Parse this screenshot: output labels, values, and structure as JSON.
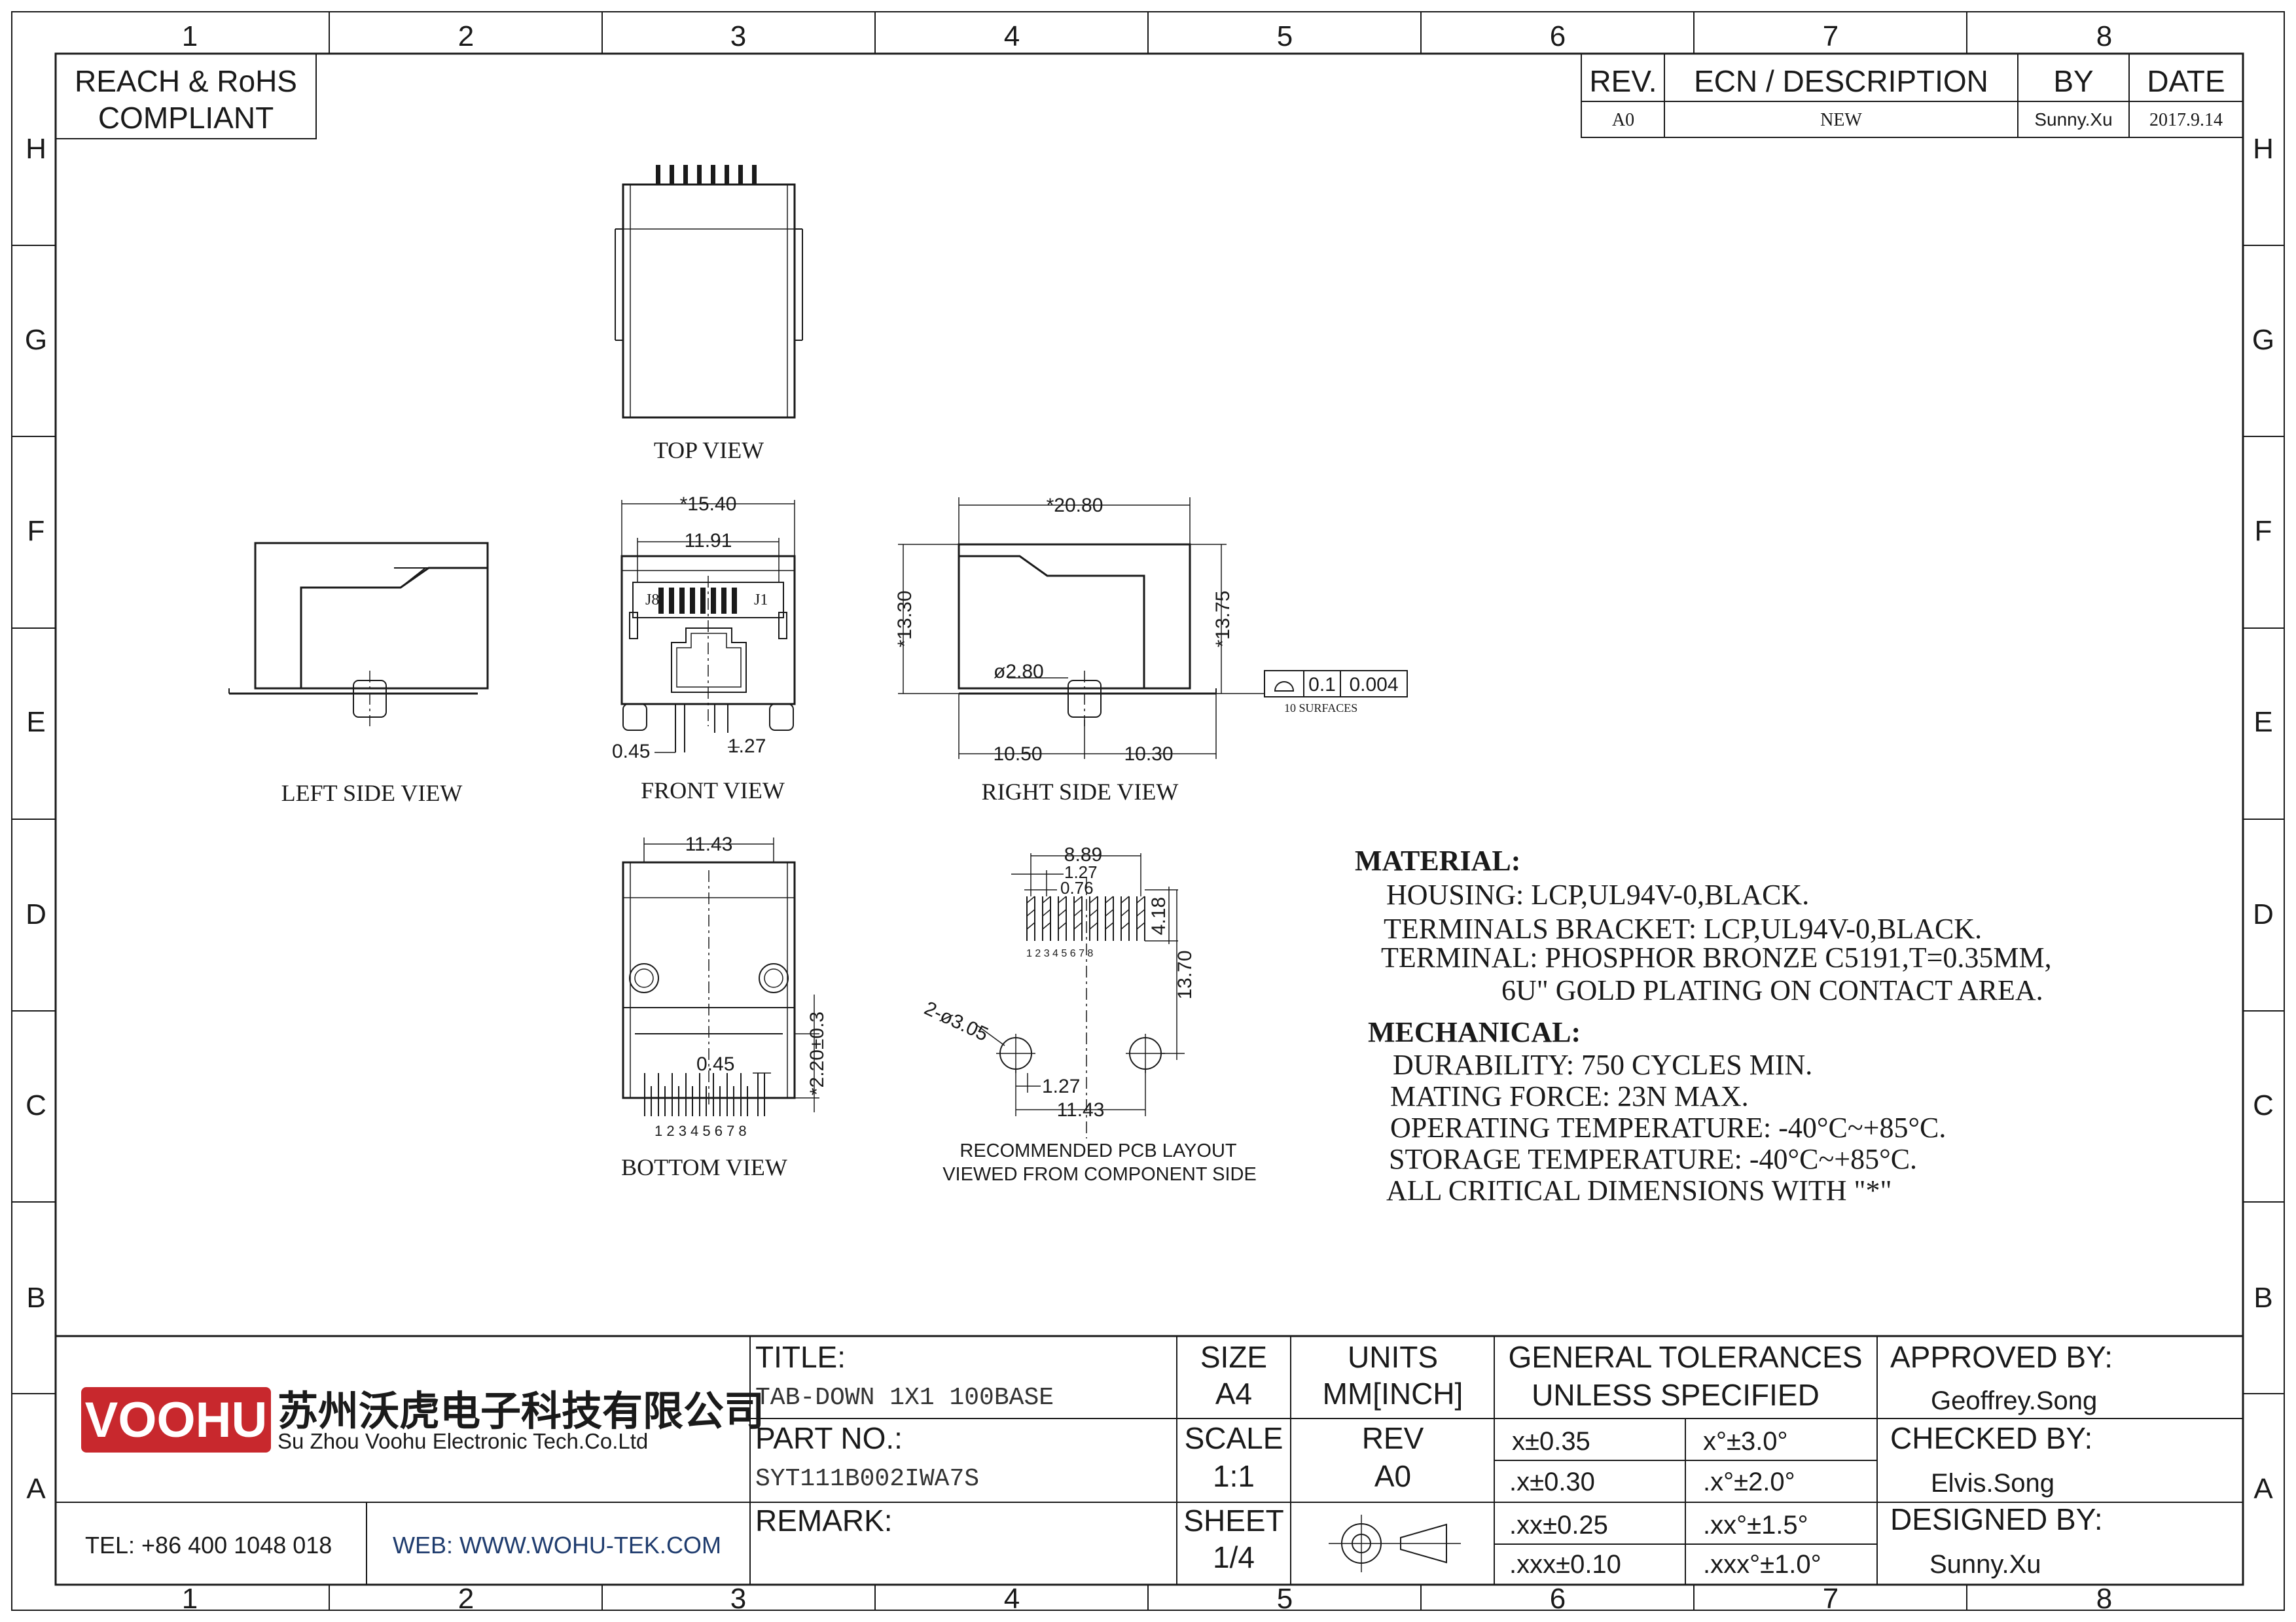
{
  "zones": {
    "columns": [
      "1",
      "2",
      "3",
      "4",
      "5",
      "6",
      "7",
      "8"
    ],
    "rows": [
      "H",
      "G",
      "F",
      "E",
      "D",
      "C",
      "B",
      "A"
    ]
  },
  "compliance": {
    "line1": "REACH & RoHS",
    "line2": "COMPLIANT"
  },
  "revision_table": {
    "headers": {
      "rev": "REV.",
      "ecn": "ECN / DESCRIPTION",
      "by": "BY",
      "date": "DATE"
    },
    "row": {
      "rev": "A0",
      "ecn": "NEW",
      "by": "Sunny.Xu",
      "date": "2017.9.14"
    }
  },
  "views": {
    "top": "TOP VIEW",
    "left": "LEFT SIDE VIEW",
    "front": "FRONT VIEW",
    "right": "RIGHT SIDE VIEW",
    "bottom": "BOTTOM VIEW",
    "pcb_line1": "RECOMMENDED PCB LAYOUT",
    "pcb_line2": "VIEWED FROM COMPONENT SIDE"
  },
  "dimensions": {
    "front_width": "*15.40",
    "front_inner": "11.91",
    "front_j8": "J8",
    "front_j1": "J1",
    "front_045": "0.45",
    "front_127": "1.27",
    "right_width": "*20.80",
    "right_h1": "*13.30",
    "right_h2": "*13.75",
    "right_dia": "ø2.80",
    "right_1050": "10.50",
    "right_1030": "10.30",
    "flatness_tol": "0.1",
    "flatness_inch": "0.004",
    "surfaces": "10 SURFACES",
    "bottom_width": "11.43",
    "bottom_045": "0.45",
    "bottom_220": "*2.20±0.3",
    "bottom_pins": "1 2 3 4 5 6 7 8",
    "pcb_889": "8.89",
    "pcb_127a": "1.27",
    "pcb_076": "0.76",
    "pcb_418": "4.18",
    "pcb_1370": "13.70",
    "pcb_holes": "2-ø3.05",
    "pcb_127b": "1.27",
    "pcb_1143": "11.43",
    "pcb_pins": "1 2 3 4 5 6 7 8"
  },
  "specs": {
    "material_heading": "MATERIAL:",
    "housing": "HOUSING: LCP,UL94V-0,BLACK.",
    "bracket": "TERMINALS BRACKET: LCP,UL94V-0,BLACK.",
    "terminal": "TERMINAL: PHOSPHOR BRONZE C5191,T=0.35MM,",
    "plating": "6U\" GOLD PLATING ON CONTACT AREA.",
    "mechanical_heading": "MECHANICAL:",
    "durability": "DURABILITY: 750 CYCLES MIN.",
    "mating": "MATING FORCE: 23N MAX.",
    "operating": "OPERATING TEMPERATURE: -40°C~+85°C.",
    "storage": "STORAGE TEMPERATURE: -40°C~+85°C.",
    "critical": "ALL CRITICAL DIMENSIONS WITH \"*\""
  },
  "title_block": {
    "logo_text": "VOOHU",
    "company_cn": "苏州沃虎电子科技有限公司",
    "company_en": "Su Zhou Voohu Electronic Tech.Co.Ltd",
    "tel": "TEL: +86 400 1048 018",
    "web": "WEB: WWW.WOHU-TEK.COM",
    "title_label": "TITLE:",
    "title_value": "TAB-DOWN 1X1 100BASE",
    "part_label": "PART NO.:",
    "part_value": "SYT111B002IWA7S",
    "remark_label": "REMARK:",
    "size_label": "SIZE",
    "size_value": "A4",
    "units_label": "UNITS",
    "units_value": "MM[INCH]",
    "scale_label": "SCALE",
    "scale_value": "1:1",
    "rev_label": "REV",
    "rev_value": "A0",
    "sheet_label": "SHEET",
    "sheet_value": "1/4",
    "gen_tol_1": "GENERAL TOLERANCES",
    "gen_tol_2": "UNLESS SPECIFIED",
    "tolerances": [
      [
        "x±0.35",
        "x°±3.0°"
      ],
      [
        ".x±0.30",
        ".x°±2.0°"
      ],
      [
        ".xx±0.25",
        ".xx°±1.5°"
      ],
      [
        ".xxx±0.10",
        ".xxx°±1.0°"
      ]
    ],
    "approved_label": "APPROVED BY:",
    "approved_value": "Geoffrey.Song",
    "checked_label": "CHECKED BY:",
    "checked_value": "Elvis.Song",
    "designed_label": "DESIGNED BY:",
    "designed_value": "Sunny.Xu"
  },
  "colors": {
    "logo_red": "#c8282d",
    "ink": "#1a1a1a",
    "web_blue": "#1f3c6e"
  }
}
